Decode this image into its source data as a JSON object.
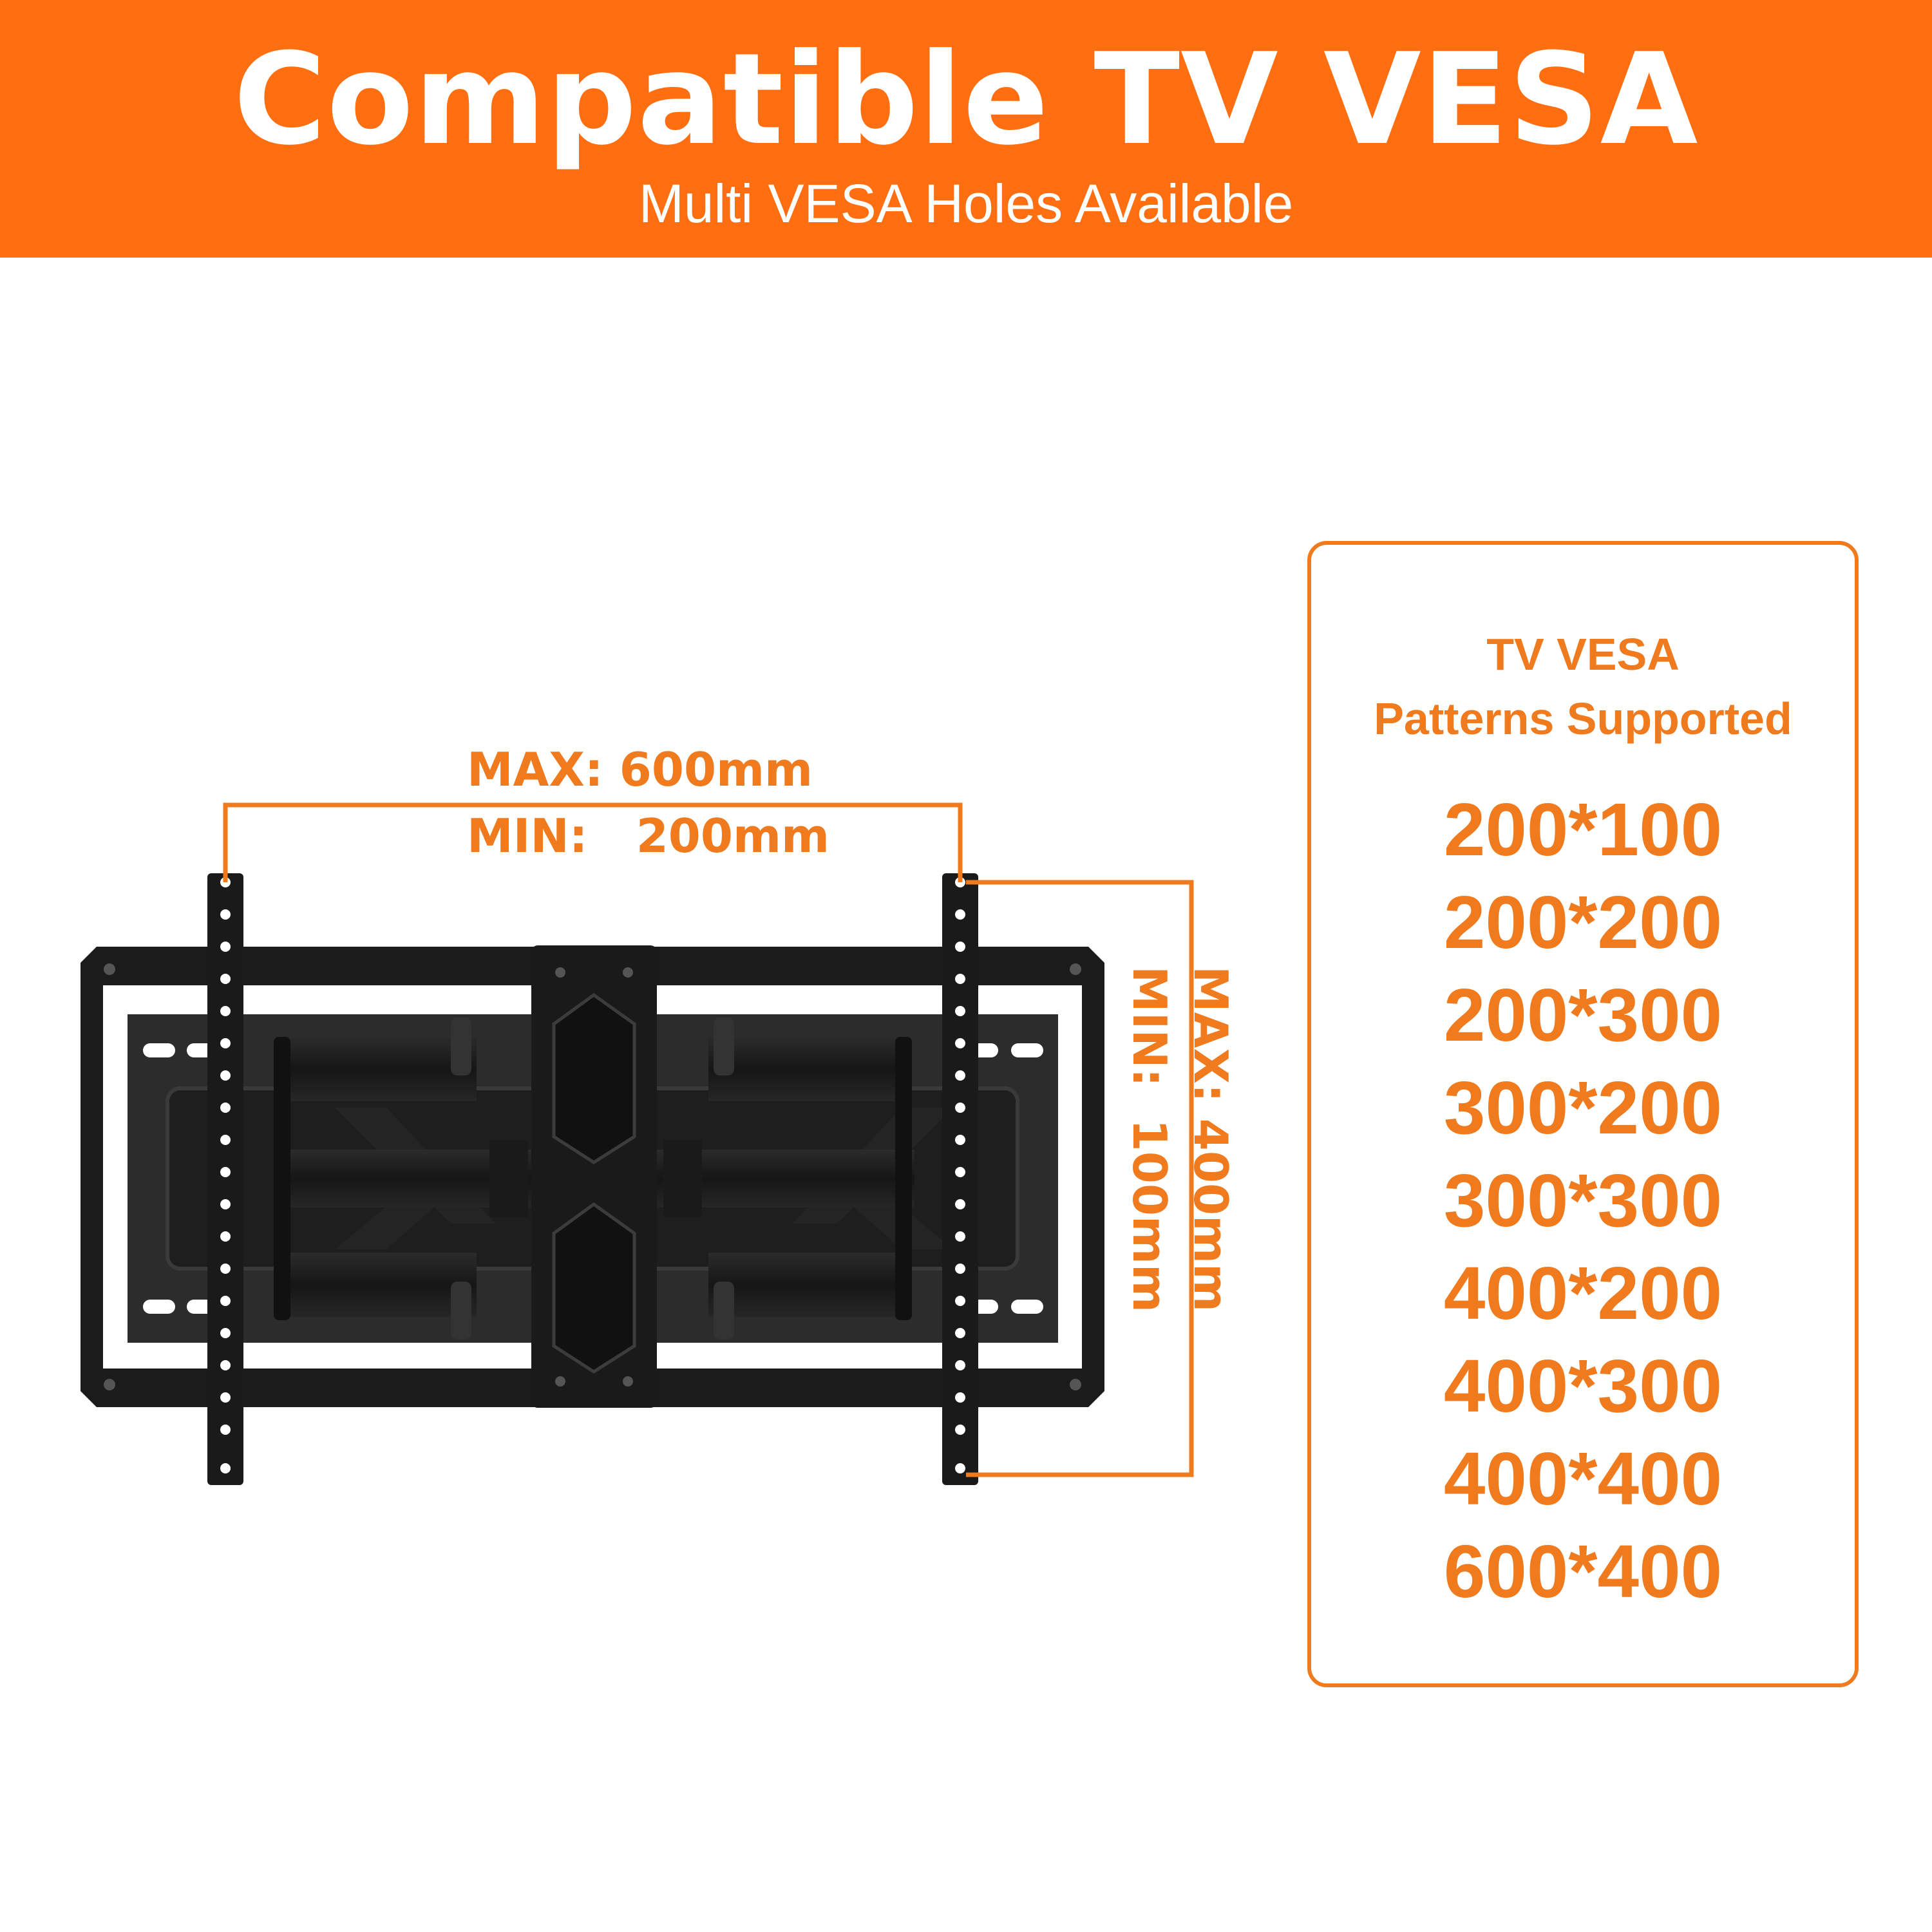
{
  "header": {
    "title": "Compatible TV VESA",
    "subtitle": "Multi VESA Holes Available"
  },
  "dimensions": {
    "horizontal_max": "MAX: 600mm",
    "horizontal_min": "MIN:   200mm",
    "vertical_max": "MAX: 400mm",
    "vertical_min": "MIN:  100mm"
  },
  "panel": {
    "title_line1": "TV VESA",
    "title_line2": "Patterns Supported",
    "patterns": [
      "200*100",
      "200*200",
      "200*300",
      "300*200",
      "300*300",
      "400*200",
      "400*300",
      "400*400",
      "600*400"
    ]
  },
  "colors": {
    "accent": "#FF6F12",
    "text_accent": "#F07A1E",
    "mount_black": "#1A1A1A"
  }
}
